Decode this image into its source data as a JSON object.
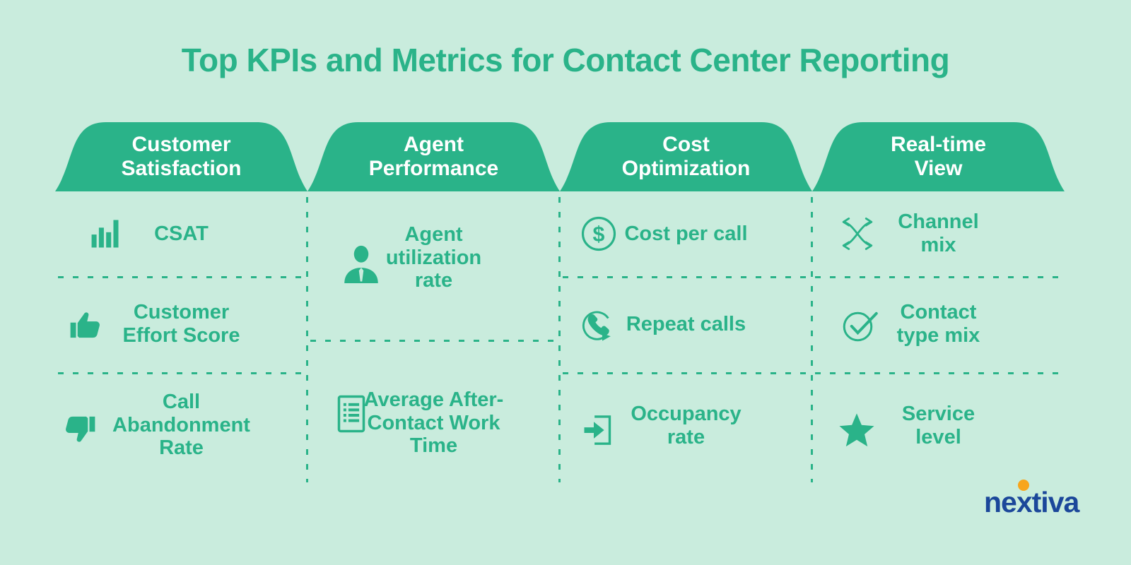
{
  "title": "Top KPIs and Metrics for Contact Center Reporting",
  "columns": [
    {
      "header": [
        "Customer",
        "Satisfaction"
      ],
      "items": [
        {
          "icon": "bar-chart-icon",
          "label": "CSAT"
        },
        {
          "icon": "thumb-up-icon",
          "label": "Customer Effort Score"
        },
        {
          "icon": "thumb-down-icon",
          "label": "Call Abandonment Rate"
        }
      ]
    },
    {
      "header": [
        "Agent",
        "Performance"
      ],
      "items": [
        {
          "icon": "agent-person-icon",
          "label": "Agent utilization rate"
        },
        {
          "icon": "document-list-icon",
          "label": "Average After-Contact Work Time"
        }
      ]
    },
    {
      "header": [
        "Cost",
        "Optimization"
      ],
      "items": [
        {
          "icon": "dollar-circle-icon",
          "label": "Cost per call"
        },
        {
          "icon": "repeat-call-icon",
          "label": "Repeat calls"
        },
        {
          "icon": "sign-in-arrow-icon",
          "label": "Occupancy rate"
        }
      ]
    },
    {
      "header": [
        "Real-time",
        "View"
      ],
      "items": [
        {
          "icon": "channel-shuffle-icon",
          "label": "Channel mix"
        },
        {
          "icon": "check-circle-icon",
          "label": "Contact type mix"
        },
        {
          "icon": "star-icon",
          "label": "Service level"
        }
      ]
    }
  ],
  "logo": {
    "text": "nextiva"
  },
  "colors": {
    "green": "#2ab389",
    "background": "#c9ecdd",
    "logo_blue": "#1b479a",
    "logo_orange": "#f7a51c"
  }
}
